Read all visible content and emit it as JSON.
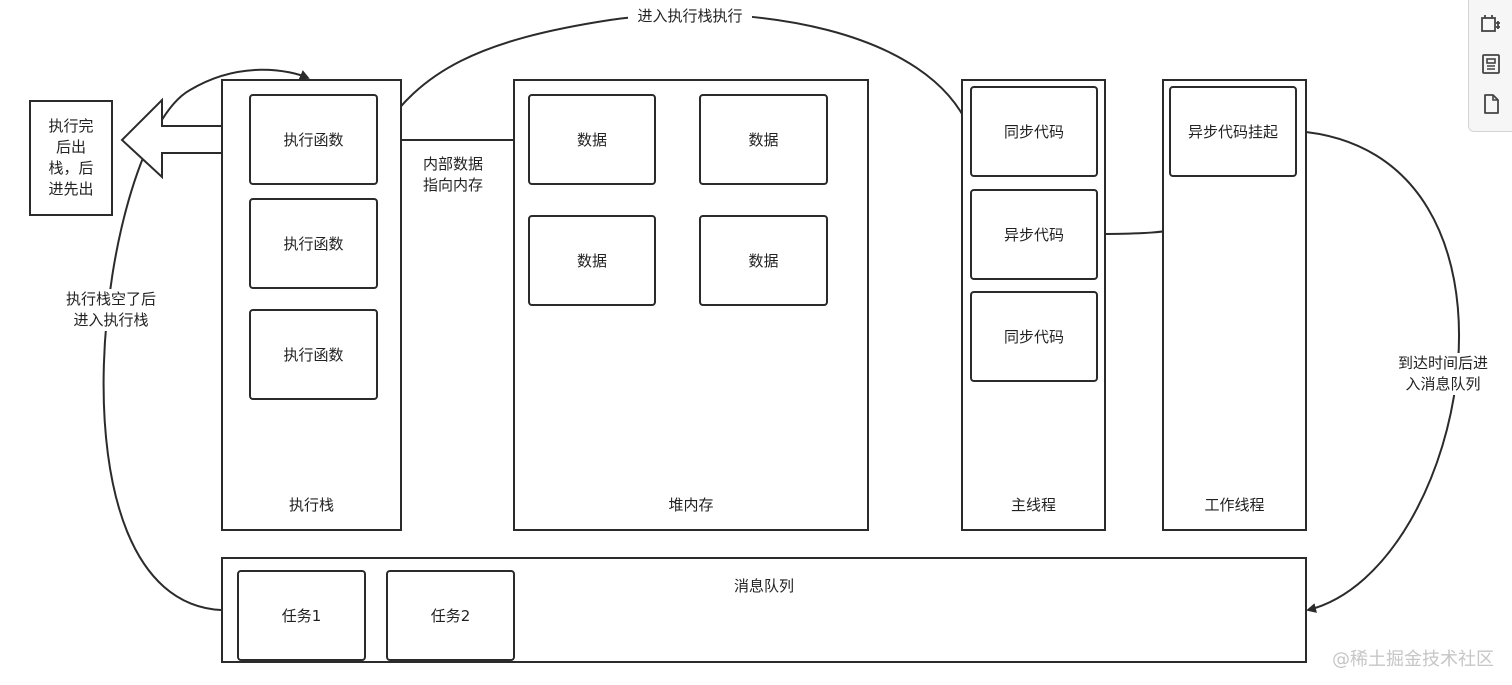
{
  "diagram": {
    "labels": {
      "complete": [
        "执行完",
        "后出",
        "栈，后",
        "进先出"
      ],
      "call_stack": "执行栈",
      "heap": "堆内存",
      "main_thread": "主线程",
      "worker_thread": "工作线程",
      "message_queue": "消息队列",
      "pointer_note": [
        "内部数据",
        "指向内存"
      ],
      "enter_stack_note": "进入执行栈执行",
      "empty_stack_note": [
        "执行栈空了后",
        "进入执行栈"
      ],
      "timer_note": [
        "到达时间后进",
        "入消息队列"
      ]
    },
    "stack_frames": [
      "执行函数",
      "执行函数",
      "执行函数"
    ],
    "heap_items": [
      "数据",
      "数据",
      "数据",
      "数据"
    ],
    "main_thread_items": [
      "同步代码",
      "异步代码",
      "同步代码"
    ],
    "worker_item": "异步代码挂起",
    "tasks": [
      "任务1",
      "任务2"
    ]
  },
  "toolbar": {
    "icons": [
      "format-icon",
      "page-layout-icon",
      "document-icon"
    ]
  },
  "watermark": "@稀土掘金技术社区",
  "colors": {
    "stroke": "#2b2b2b",
    "watermark": "#c6c6c6",
    "toolbar_bg": "#f6f6f6"
  }
}
